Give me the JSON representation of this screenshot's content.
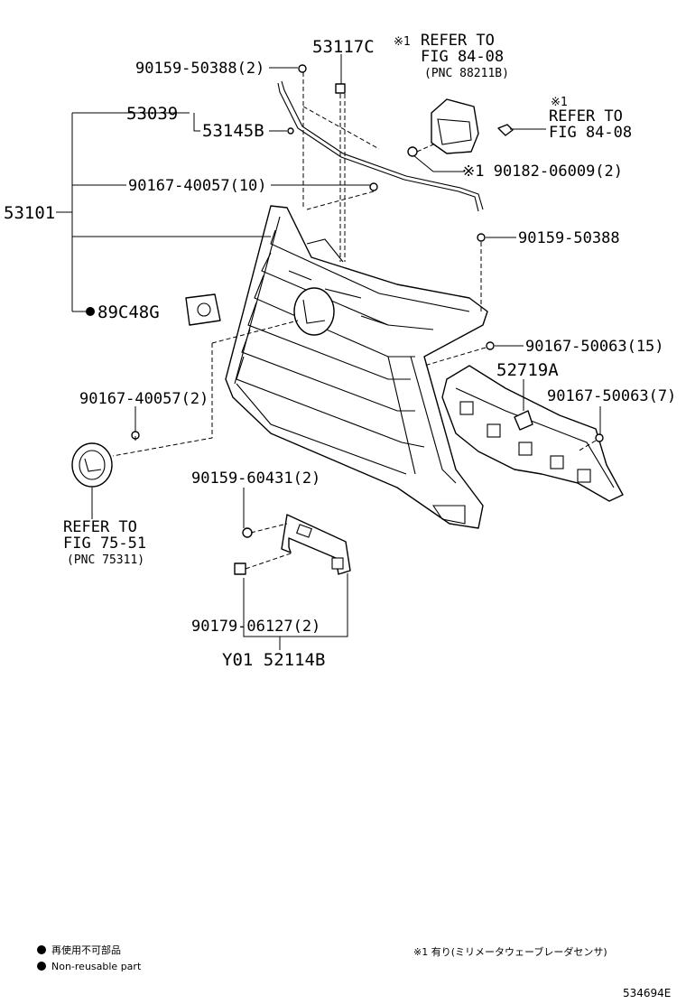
{
  "labels": {
    "p53117C": "53117C",
    "p90159_50388_2": "90159-50388(2)",
    "p53039": "53039",
    "p53145B": "53145B",
    "p90167_40057_10": "90167-40057(10)",
    "p53101": "53101",
    "p89C48G": "89C48G",
    "p90159_50388": "90159-50388",
    "p90167_50063_15": "90167-50063(15)",
    "p52719A": "52719A",
    "p90167_50063_7": "90167-50063(7)",
    "p90167_40057_2": "90167-40057(2)",
    "p90182_06009_2": "90182-06009(2)",
    "p90159_60431_2": "90159-60431(2)",
    "p90179_06127_2": "90179-06127(2)",
    "pY01_52114B": "Y01 52114B"
  },
  "refers": {
    "top_center_mark": "※1",
    "top_center_line1": "REFER TO",
    "top_center_line2": "FIG 84-08",
    "top_center_line3": "(PNC 88211B)",
    "right_mark": "※1",
    "right_line1": "REFER TO",
    "right_line2": "FIG 84-08",
    "left_line1": "REFER TO",
    "left_line2": "FIG 75-51",
    "left_line3": "(PNC 75311)",
    "clip_mark": "※1"
  },
  "legend": {
    "jp": "再使用不可部品",
    "en": "Non-reusable part",
    "note": "※1 有り(ミリメータウェーブレーダセンサ)"
  },
  "diagram_id": "534694E",
  "colors": {
    "line": "#000000",
    "background": "#ffffff"
  }
}
